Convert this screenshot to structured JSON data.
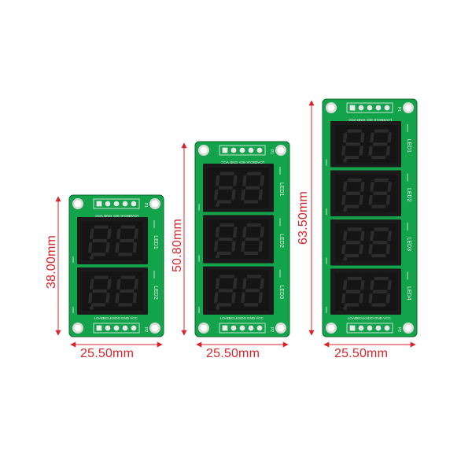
{
  "colors": {
    "pcb": "#13a34a",
    "pcb_dark": "#0d7a36",
    "pcb_edge": "#0b6a2f",
    "display_body": "#1b1b1b",
    "segment_off": "#2c2c2c",
    "silkscreen": "#f2f2f2",
    "dimension": "#d8232a",
    "pin": "#e9e9e9",
    "hole_ring": "#d9d9d9"
  },
  "modules": [
    {
      "name": "two-digit-module",
      "digits": 2,
      "width_label": "25.50mm",
      "height_label": "38.00mm",
      "leds": [
        "LED1",
        "LED2"
      ],
      "top_header": {
        "id": "P1",
        "pins": [
          "VCC",
          "GND",
          "SDI",
          "SCLK",
          "LOAD"
        ]
      },
      "bottom_header": {
        "id": "P2",
        "pins": [
          "LOAD",
          "SCLK",
          "SDO",
          "GND",
          "VCC"
        ]
      }
    },
    {
      "name": "three-digit-module",
      "digits": 3,
      "width_label": "25.50mm",
      "height_label": "50.80mm",
      "leds": [
        "LED1",
        "LED2",
        "LED3"
      ],
      "top_header": {
        "id": "P1",
        "pins": [
          "VCC",
          "GND",
          "SDI",
          "SCLK",
          "LOAD"
        ]
      },
      "bottom_header": {
        "id": "P2",
        "pins": [
          "LOAD",
          "SCLK",
          "SDO",
          "GND",
          "VCC"
        ]
      }
    },
    {
      "name": "four-digit-module",
      "digits": 4,
      "width_label": "25.50mm",
      "height_label": "63.50mm",
      "leds": [
        "LED1",
        "LED2",
        "LED3",
        "LED4"
      ],
      "top_header": {
        "id": "P1",
        "pins": [
          "VCC",
          "GND",
          "SDI",
          "SCLK",
          "LOAD"
        ]
      },
      "bottom_header": {
        "id": "P2",
        "pins": [
          "LOAD",
          "SCLK",
          "SDO",
          "GND",
          "VCC"
        ]
      }
    }
  ]
}
